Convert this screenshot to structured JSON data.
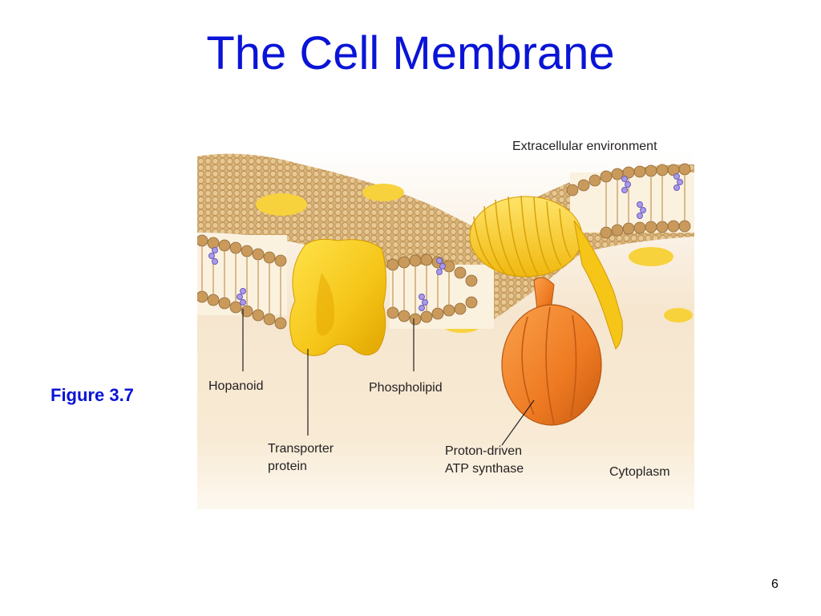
{
  "slide": {
    "title": "The Cell Membrane",
    "caption": "Figure 3.7",
    "page_number": "6"
  },
  "diagram": {
    "labels": {
      "extracellular": "Extracellular environment",
      "hopanoid": "Hopanoid",
      "phospholipid": "Phospholipid",
      "transporter_line1": "Transporter",
      "transporter_line2": "protein",
      "atp_line1": "Proton-driven",
      "atp_line2": "ATP synthase",
      "cytoplasm": "Cytoplasm"
    },
    "colors": {
      "title": "#0a14d6",
      "lipid_head": "#b98a4e",
      "membrane_surface": "#d9b77d",
      "transporter": "#f5c518",
      "atp_synthase": "#ee7a22",
      "hopanoid": "#8a7fd0"
    }
  }
}
